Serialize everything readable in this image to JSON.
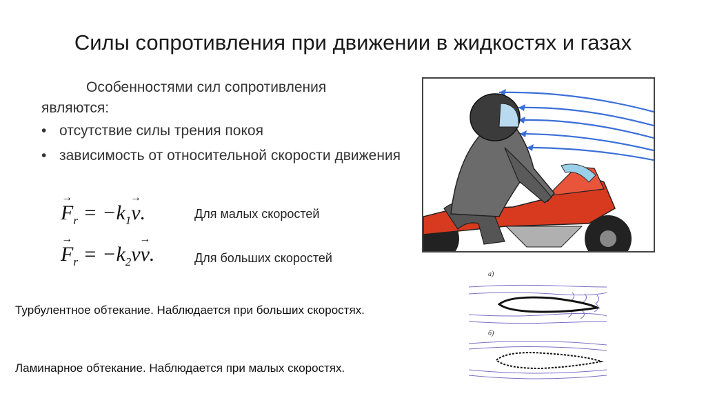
{
  "title": "Силы сопротивления при движении в жидкостях и газах",
  "intro": {
    "line1": "Особенностями сил сопротивления",
    "line2": "являются:"
  },
  "bullets": [
    "отсутствие силы трения покоя",
    "зависимость от относительной скорости движения"
  ],
  "formulas": {
    "small_caption": "Для малых скоростей",
    "large_caption": "Для больших скоростей"
  },
  "flow": {
    "turbulent": "Турбулентное обтекание. Наблюдается при больших скоростях.",
    "laminar": "Ламинарное обтекание. Наблюдается при малых скоростях.",
    "label_a": "а)",
    "label_b": "б)"
  },
  "colors": {
    "air_arrows": "#3a6fd8",
    "bike_red": "#d83a1f",
    "suit_gray": "#6b6b6b"
  }
}
